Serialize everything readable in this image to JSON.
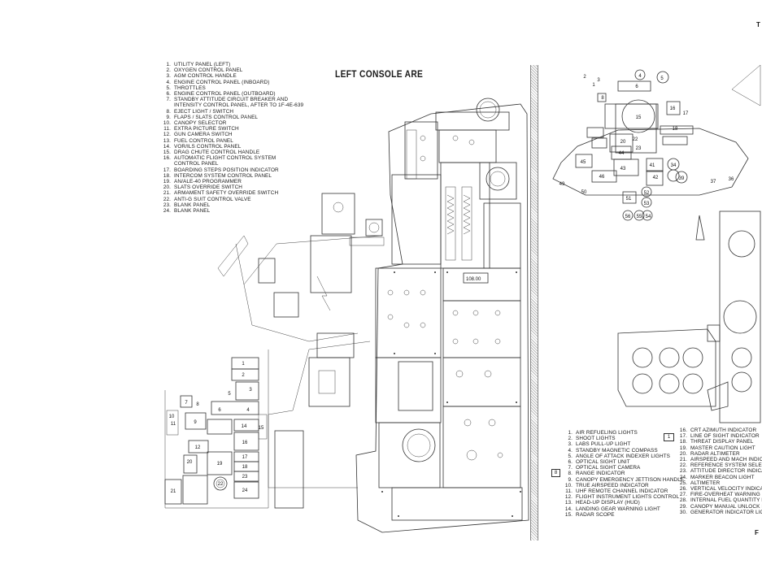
{
  "title": "LEFT CONSOLE ARE",
  "left_console_items": [
    {
      "n": "1.",
      "text": "UTILITY PANEL (LEFT)"
    },
    {
      "n": "2.",
      "text": "OXYGEN CONTROL PANEL"
    },
    {
      "n": "3.",
      "text": "AGM CONTROL HANDLE"
    },
    {
      "n": "4.",
      "text": "ENGINE CONTROL PANEL (INBOARD)"
    },
    {
      "n": "5.",
      "text": "THROTTLES"
    },
    {
      "n": "6.",
      "text": "ENGINE CONTROL PANEL (OUTBOARD)"
    },
    {
      "n": "7.",
      "text": "STANDBY ATTITUDE CIRCUIT BREAKER AND"
    },
    {
      "n": "",
      "text": "INTENSITY CONTROL PANEL, AFTER TO 1F-4E-639"
    },
    {
      "n": "8.",
      "text": "EJECT LIGHT / SWITCH"
    },
    {
      "n": "9.",
      "text": "FLAPS / SLATS CONTROL PANEL"
    },
    {
      "n": "10.",
      "text": "CANOPY SELECTOR"
    },
    {
      "n": "11.",
      "text": "EXTRA PICTURE SWITCH"
    },
    {
      "n": "12.",
      "text": "GUN CAMERA SWITCH"
    },
    {
      "n": "13.",
      "text": "FUEL CONTROL PANEL"
    },
    {
      "n": "14.",
      "text": "VOR/ILS CONTROL PANEL"
    },
    {
      "n": "15.",
      "text": "DRAG CHUTE CONTROL HANDLE"
    },
    {
      "n": "16.",
      "text": "AUTOMATIC FLIGHT CONTROL SYSTEM"
    },
    {
      "n": "",
      "text": "CONTROL PANEL"
    },
    {
      "n": "17.",
      "text": "BOARDING STEPS POSITION INDICATOR"
    },
    {
      "n": "18.",
      "text": "INTERCOM SYSTEM CONTROL PANEL"
    },
    {
      "n": "19.",
      "text": "AN/ALE-40 PROGRAMMER"
    },
    {
      "n": "20.",
      "text": "SLATS OVERRIDE SWITCH"
    },
    {
      "n": "21.",
      "text": "ARMAMENT SAFETY OVERRIDE SWITCH"
    },
    {
      "n": "22.",
      "text": "ANTI-G SUIT CONTROL VALVE"
    },
    {
      "n": "23.",
      "text": "BLANK PANEL"
    },
    {
      "n": "24.",
      "text": "BLANK PANEL"
    }
  ],
  "cockpit_items_left": [
    {
      "n": "1.",
      "text": "AIR REFUELING LIGHTS"
    },
    {
      "n": "2.",
      "text": "SHOOT LIGHTS"
    },
    {
      "n": "3.",
      "text": "LABS PULL-UP LIGHT"
    },
    {
      "n": "4.",
      "text": "STANDBY MAGNETIC COMPASS"
    },
    {
      "n": "5.",
      "text": "ANGLE OF ATTACK INDEXER LIGHTS"
    },
    {
      "n": "6.",
      "text": "OPTICAL SIGHT UNIT"
    },
    {
      "n": "7.",
      "text": "OPTICAL SIGHT CAMERA"
    },
    {
      "n": "8.",
      "text": "RANGE INDICATOR"
    },
    {
      "n": "9.",
      "text": "CANOPY EMERGENCY JETTISON HANDLE"
    },
    {
      "n": "10.",
      "text": "TRUE AIRSPEED INDICATOR"
    },
    {
      "n": "11.",
      "text": "UHF REMOTE CHANNEL INDICATOR"
    },
    {
      "n": "12.",
      "text": "FLIGHT INSTRUMENT LIGHTS CONTROL"
    },
    {
      "n": "13.",
      "text": "HEAD-UP DISPLAY (HUD)"
    },
    {
      "n": "14.",
      "text": "LANDING GEAR WARNING LIGHT"
    },
    {
      "n": "15.",
      "text": "RADAR SCOPE"
    }
  ],
  "cockpit_items_right": [
    {
      "n": "16.",
      "text": "CRT AZIMUTH INDICATOR"
    },
    {
      "n": "17.",
      "text": "LINE OF SIGHT INDICATOR"
    },
    {
      "n": "18.",
      "text": "THREAT DISPLAY PANEL"
    },
    {
      "n": "19.",
      "text": "MASTER CAUTION LIGHT"
    },
    {
      "n": "20.",
      "text": "RADAR ALTIMETER"
    },
    {
      "n": "21.",
      "text": "AIRSPEED AND MACH INDIC/"
    },
    {
      "n": "22.",
      "text": "REFERENCE SYSTEM SELECT("
    },
    {
      "n": "23.",
      "text": "ATTITUDE DIRECTOR INDICAT"
    },
    {
      "n": "24.",
      "text": "MARKER BEACON LIGHT"
    },
    {
      "n": "25.",
      "text": "ALTIMETER"
    },
    {
      "n": "26.",
      "text": "VERTICAL VELOCITY INDICAT"
    },
    {
      "n": "27.",
      "text": "FIRE-OVERHEAT WARNING L"
    },
    {
      "n": "28.",
      "text": "INTERNAL FUEL QUANTITY I"
    },
    {
      "n": "29.",
      "text": "CANOPY MANUAL UNLOCK I"
    },
    {
      "n": "30.",
      "text": "GENERATOR INDICATOR LIGI"
    }
  ],
  "markers": {
    "box1": "1",
    "box8": "8"
  },
  "counter_readout": "108.00",
  "edge_letters": {
    "top": "T",
    "bottom": "F"
  }
}
